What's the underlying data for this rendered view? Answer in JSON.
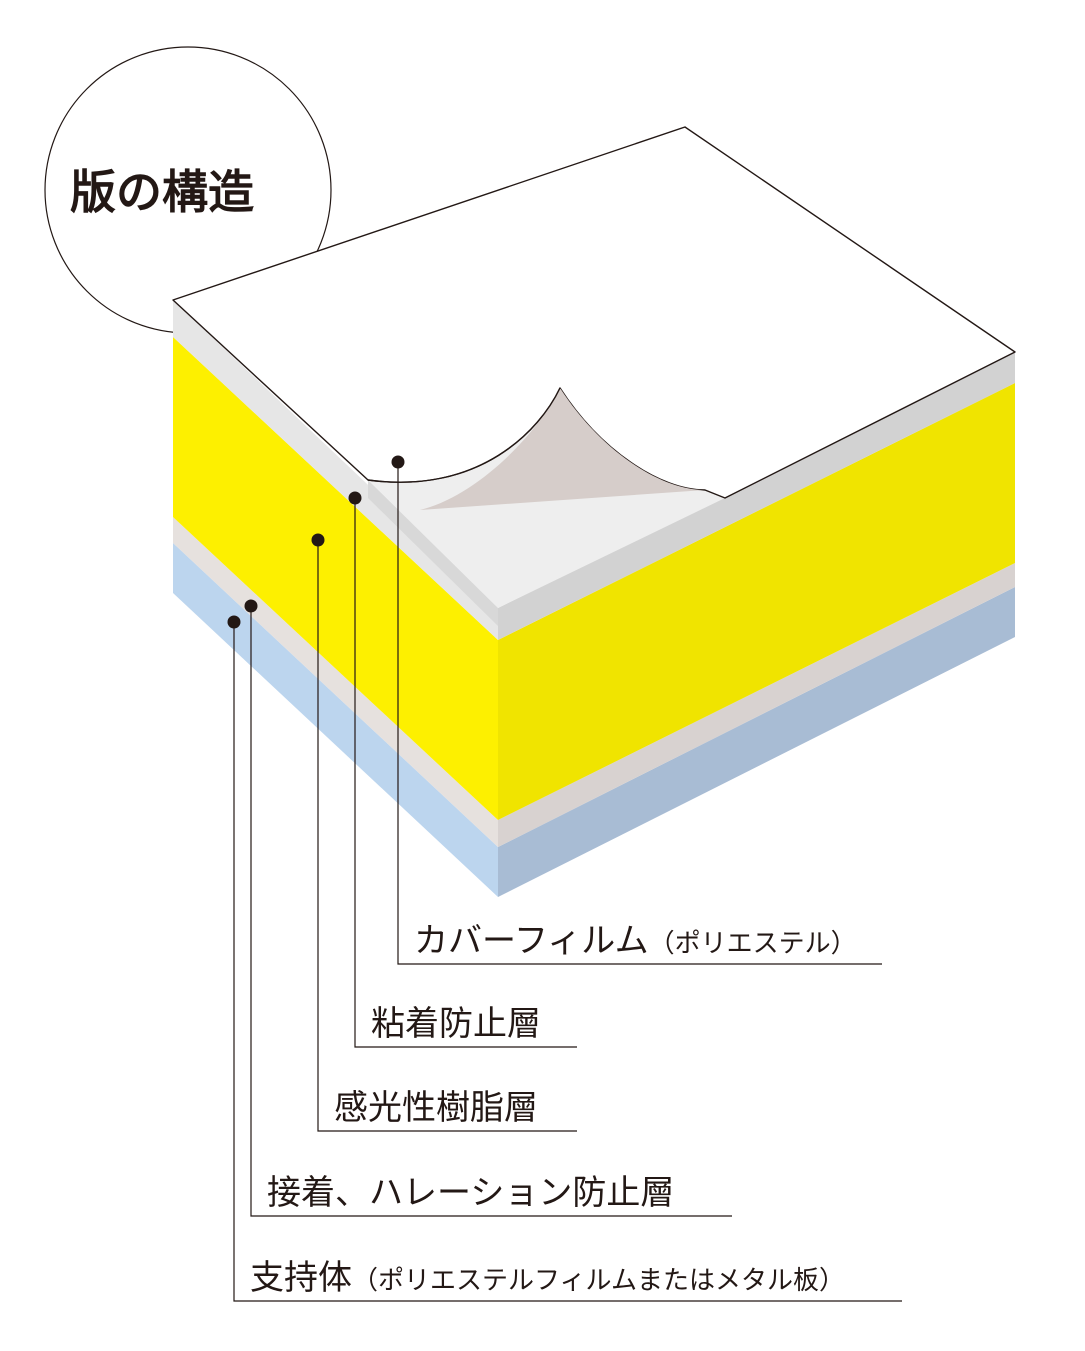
{
  "title": "版の構造",
  "layers": [
    {
      "id": "cover-film",
      "label": "カバーフィルム",
      "note": "（ポリエステル）"
    },
    {
      "id": "anti-adhesion",
      "label": "粘着防止層",
      "note": ""
    },
    {
      "id": "photo-resin",
      "label": "感光性樹脂層",
      "note": ""
    },
    {
      "id": "adhesive-antihalation",
      "label": "接着、ハレーション防止層",
      "note": ""
    },
    {
      "id": "support",
      "label": "支持体",
      "note": "（ポリエステルフィルムまたはメタル板）"
    }
  ],
  "colors": {
    "cover_top": "#ffffff",
    "cover_side_left": "#e6e6e6",
    "cover_side_right": "#d2d2d2",
    "anti_adhesion_exposed": "#eeeeee",
    "peel_underside": "#d6cdca",
    "resin_left": "#fdf000",
    "resin_right": "#f0e400",
    "adhesive_left": "#e6e1de",
    "adhesive_right": "#d8d2d0",
    "support_left": "#bcd5ee",
    "support_right": "#a8bcd4",
    "ink": "#231815"
  }
}
